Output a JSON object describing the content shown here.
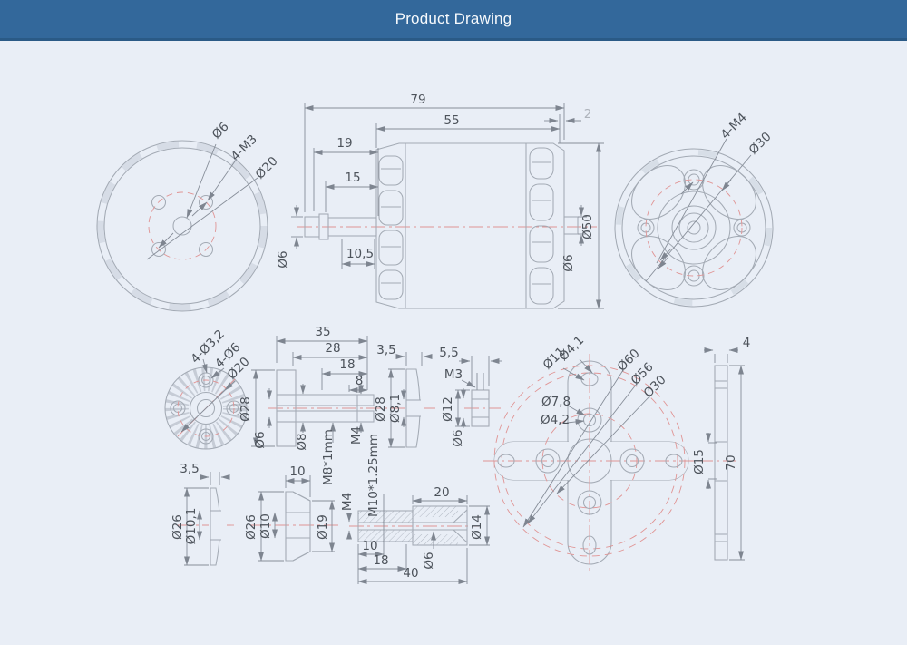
{
  "header": {
    "title": "Product Drawing"
  },
  "colors": {
    "header_bg": "#33689b",
    "canvas_bg": "#e9eef6",
    "part_line": "#a3aab4",
    "dim_line": "#868d98",
    "text": "#4d535b",
    "centerline_red": "#e09494"
  },
  "views": {
    "front": {
      "shaft": "Ø6",
      "bolts": "4-M3",
      "bc": "Ø20"
    },
    "side": {
      "l79": "79",
      "l55": "55",
      "l2": "2",
      "l19": "19",
      "l15": "15",
      "l105": "10,5",
      "shaft": "Ø6",
      "body": "Ø50",
      "rear": "Ø6"
    },
    "rear": {
      "bolts": "4-M4",
      "bc": "Ø30"
    },
    "adapter_face": {
      "small": "4-Ø3,2",
      "large": "4-Ø6",
      "bc": "Ø20"
    },
    "adapter": {
      "l35": "35",
      "l28": "28",
      "l18": "18",
      "l8": "8",
      "od": "Ø28",
      "bore": "Ø6",
      "shaft": "Ø8",
      "thread": "M8*1mm",
      "tip": "M4"
    },
    "spacer": {
      "t": "3,5",
      "od": "Ø28",
      "bore": "Ø8,1"
    },
    "nut": {
      "l": "5,5",
      "thread": "M3",
      "od": "Ø12",
      "bore": "Ø6"
    },
    "xmount": {
      "slot_w": "Ø4,1",
      "slot_l": "Ø11",
      "bc60": "Ø60",
      "bc56": "Ø56",
      "bc30": "Ø30",
      "cbore": "Ø7,8",
      "hole": "Ø4,2"
    },
    "xside": {
      "t": "4",
      "h": "70",
      "bore": "Ø15"
    },
    "washer": {
      "t": "3,5",
      "od": "Ø26",
      "bore": "Ø10,1"
    },
    "cone": {
      "l": "10",
      "od": "Ø26",
      "bore": "Ø10",
      "face": "Ø19"
    },
    "shaft2": {
      "tip": "M4",
      "thread": "M10*1.25mm",
      "l20": "20",
      "od": "Ø14",
      "bore": "Ø6",
      "l10": "10",
      "l18": "18",
      "l40": "40"
    }
  }
}
